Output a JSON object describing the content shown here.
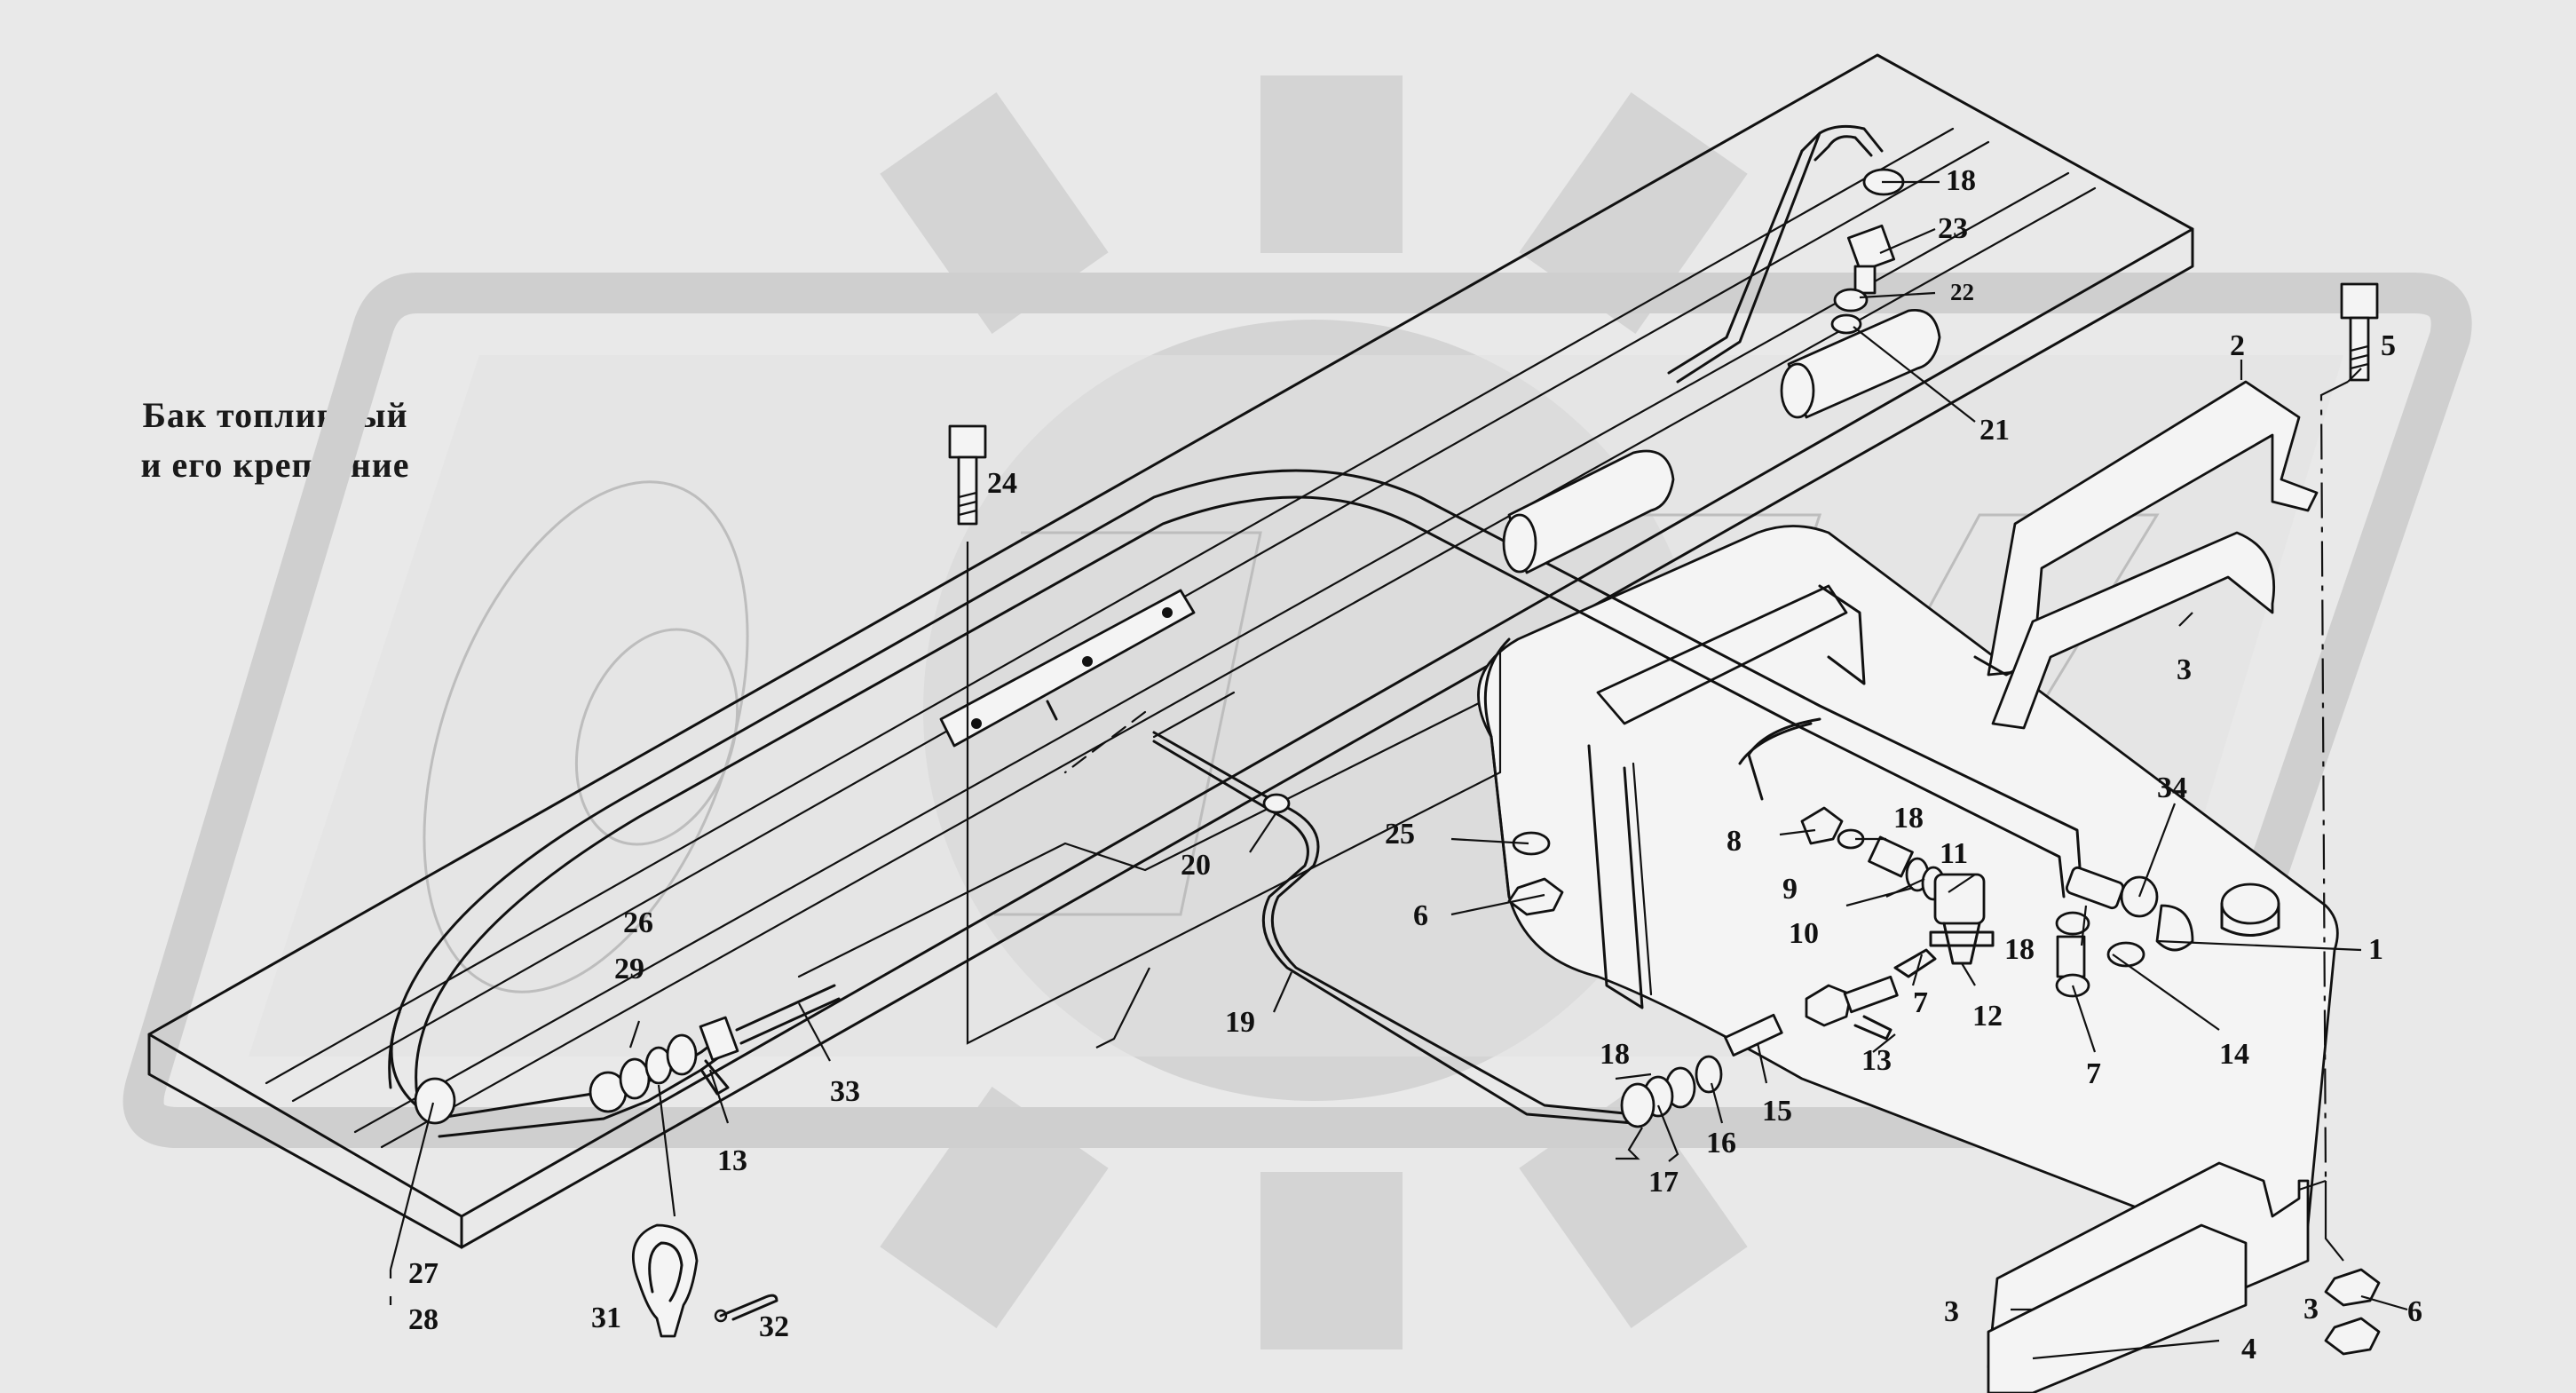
{
  "title": {
    "line1": "Бак топливный",
    "line2": "и его крепление"
  },
  "callouts": [
    "1",
    "2",
    "3",
    "3",
    "4",
    "5",
    "6",
    "6",
    "6",
    "7",
    "7",
    "8",
    "9",
    "10",
    "11",
    "12",
    "13",
    "13",
    "13",
    "14",
    "15",
    "16",
    "17",
    "18",
    "18",
    "18",
    "18",
    "18",
    "19",
    "20",
    "21",
    "22",
    "23",
    "24",
    "25",
    "26",
    "27",
    "28",
    "29",
    "31",
    "32",
    "33",
    "34"
  ],
  "colors": {
    "background": "#e9e9e9",
    "watermark": "#d2d2d2",
    "line": "#111111"
  }
}
